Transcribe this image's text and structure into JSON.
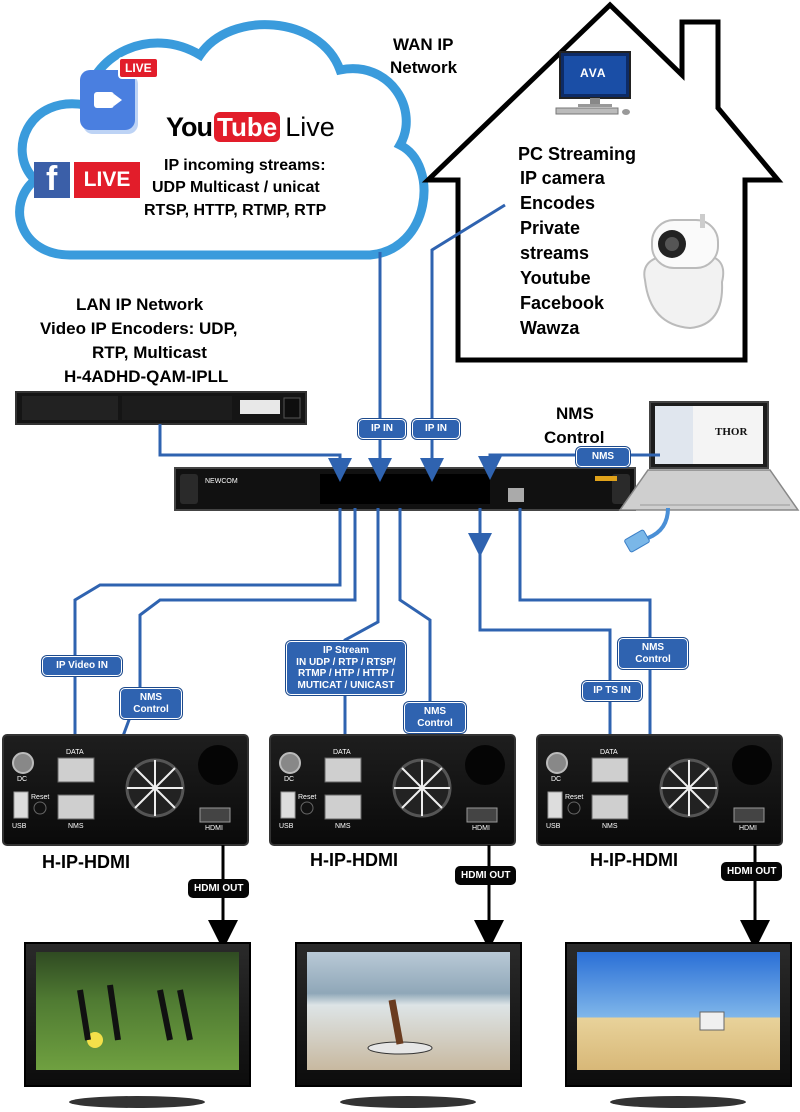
{
  "cloud": {
    "live_badge_top": "LIVE",
    "live_badge_fb": "LIVE",
    "youtube_you": "You",
    "youtube_tube": "Tube",
    "youtube_live": "Live",
    "streams_lines": [
      "IP incoming streams:",
      "UDP Multicast / unicat",
      "RTSP, HTTP, RTMP, RTP"
    ]
  },
  "wan": {
    "lines": [
      "WAN IP",
      "Network"
    ]
  },
  "house": {
    "lines": [
      "PC Streaming",
      "IP camera",
      "Encodes",
      "Private",
      "streams",
      "Youtube",
      "Facebook",
      "Wawza"
    ],
    "pc_logo": "AVA"
  },
  "lan": {
    "lines": [
      "LAN IP Network",
      "Video IP Encoders: UDP,",
      "RTP, Multicast",
      "H-4ADHD-QAM-IPLL"
    ]
  },
  "nms_control": {
    "lines": [
      "NMS",
      "Control"
    ]
  },
  "laptop_logo": "THOR",
  "pills": {
    "ip_in_1": "IP IN",
    "ip_in_2": "IP IN",
    "nms_top": "NMS",
    "ip_video_in": "IP Video  IN",
    "nms_control_left": [
      "NMS",
      "Control"
    ],
    "ip_stream": [
      "IP Stream",
      "IN UDP / RTP / RTSP/",
      "RTMP / HTP / HTTP /",
      "MUTICAT / UNICAST"
    ],
    "nms_control_mid": [
      "NMS",
      "Control"
    ],
    "ip_ts_in": "IP TS IN",
    "nms_control_right": [
      "NMS",
      "Control"
    ]
  },
  "switch_brand": "NEWCOM",
  "units": [
    {
      "title": "H-IP-HDMI",
      "dc": "DC",
      "data": "DATA",
      "reset": "Reset",
      "usb": "USB",
      "nms": "NMS",
      "hdmi": "HDMI",
      "out": "HDMI OUT"
    },
    {
      "title": "H-IP-HDMI",
      "dc": "DC",
      "data": "DATA",
      "reset": "Reset",
      "usb": "USB",
      "nms": "NMS",
      "hdmi": "HDMI",
      "out": "HDMI OUT"
    },
    {
      "title": "H-IP-HDMI",
      "dc": "DC",
      "data": "DATA",
      "reset": "Reset",
      "usb": "USB",
      "nms": "NMS",
      "hdmi": "HDMI",
      "out": "HDMI OUT"
    }
  ],
  "colors": {
    "line_blue": "#2f63b0",
    "pill_blue": "#2f63b0",
    "cloud_edge": "#3a9bdc"
  }
}
